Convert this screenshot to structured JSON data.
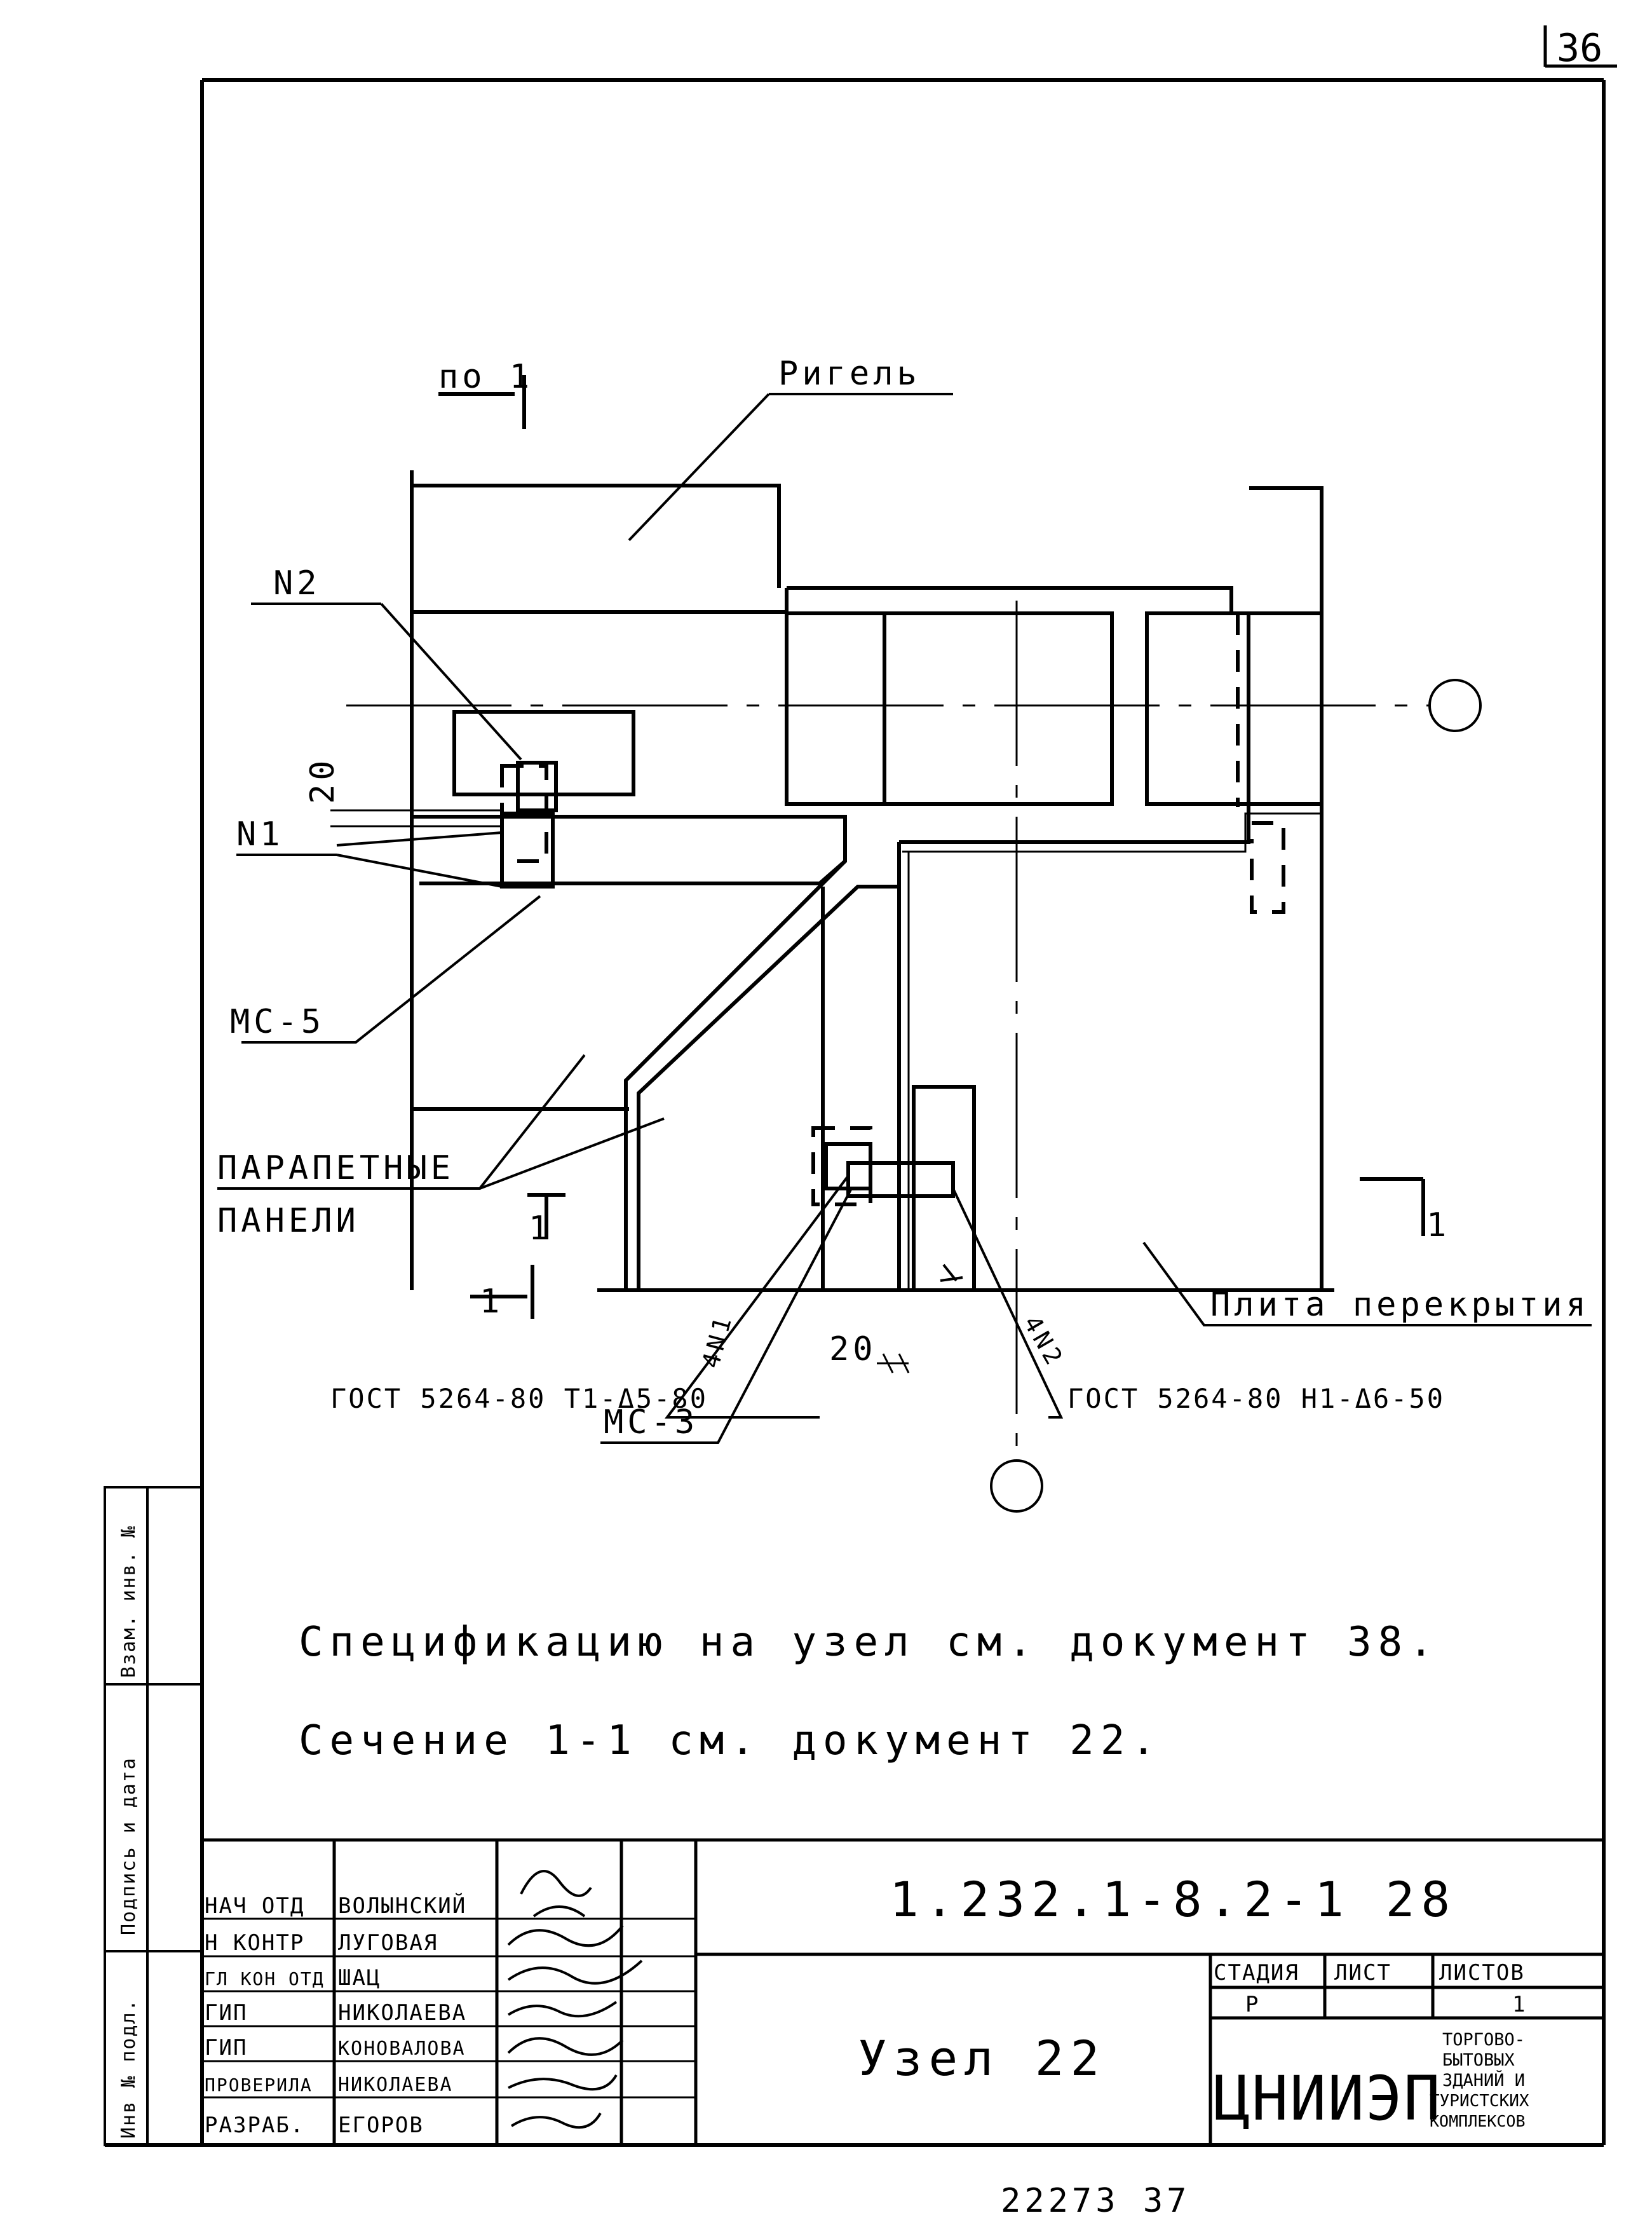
{
  "sheet": {
    "corner_number": "36",
    "bottom_stamp": "22273  37"
  },
  "drawing": {
    "labels": {
      "rigel": "Ригель",
      "section_ref": "по 1",
      "n2": "N2",
      "n1": "N1",
      "dim_20_vertical": "20",
      "ms5": "МС-5",
      "parapet_1": "ПАРАПЕТНЫЕ",
      "parapet_2": "ПАНЕЛИ",
      "section_mark_left": "1",
      "section_mark_bottom": "1",
      "section_mark_right": "1",
      "gost_left": "ГОСТ 5264-80 Т1-Δ5-80",
      "weld_4n1": "4N1",
      "weld_4n2": "4N2",
      "dim_20_bottom": "20",
      "ms3": "МС-3",
      "gost_right": "ГОСТ 5264-80 Н1-Δ6-50",
      "slab": "Плита перекрытия"
    },
    "notes": [
      "Спецификацию на узел см. документ 38.",
      "Сечение 1-1 см. документ 22."
    ]
  },
  "side_stamp": {
    "items": [
      "Инв № подл.",
      "Подпись и дата",
      "Взам. инв. №"
    ]
  },
  "title_block": {
    "doc_number": "1.232.1-8.2-1 28",
    "title": "Узел 22",
    "roles": [
      {
        "role": "НАЧ ОТД",
        "name": "ВОЛЫНСКИЙ"
      },
      {
        "role": "Н КОНТР",
        "name": "ЛУГОВАЯ"
      },
      {
        "role": "ГЛ КОН ОТД",
        "name": "ШАЦ"
      },
      {
        "role": "ГИП",
        "name": "НИКОЛАЕВА"
      },
      {
        "role": "ГИП",
        "name": "КОНОВАЛОВА"
      },
      {
        "role": "ПРОВЕРИЛА",
        "name": "НИКОЛАЕВА"
      },
      {
        "role": "РАЗРАБ.",
        "name": "ЕГОРОВ"
      }
    ],
    "stage_header": "СТАДИЯ",
    "sheet_header": "ЛИСТ",
    "sheets_header": "ЛИСТОВ",
    "stage_value": "Р",
    "sheets_value": "1",
    "org": "ЦНИИЭП",
    "org_subtitle": [
      "ТОРГОВО-",
      "БЫТОВЫХ",
      "ЗДАНИЙ И",
      "ТУРИСТСКИХ",
      "КОМПЛЕКСОВ"
    ]
  }
}
